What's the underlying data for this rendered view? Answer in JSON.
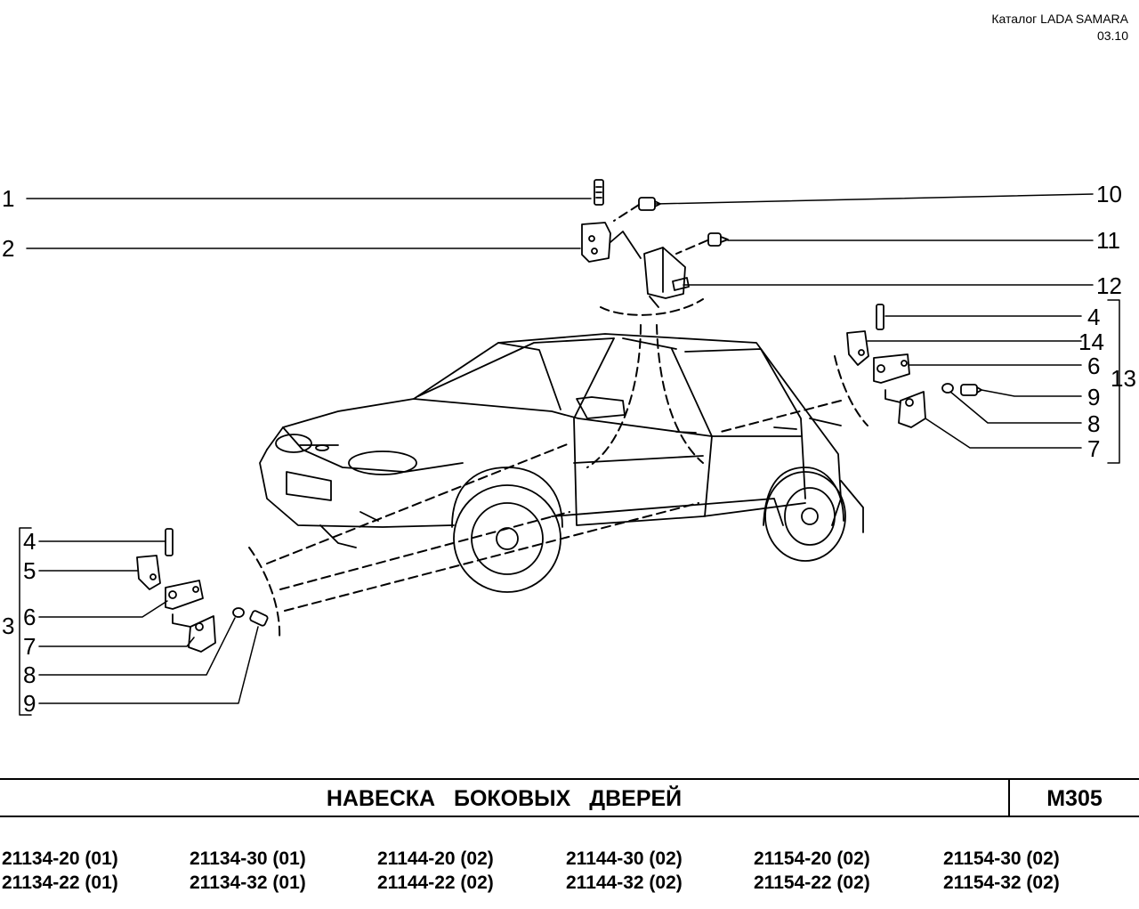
{
  "header": {
    "catalog_label": "Каталог  LADA SAMARA",
    "date": "03.10"
  },
  "callouts": {
    "c1": "1",
    "c2": "2",
    "c10": "10",
    "c11": "11",
    "c12": "12",
    "r4": "4",
    "r14": "14",
    "r6": "6",
    "r9": "9",
    "r8": "8",
    "r7": "7",
    "r13": "13",
    "l4": "4",
    "l5": "5",
    "l3": "3",
    "l6": "6",
    "l7": "7",
    "l8": "8",
    "l9": "9"
  },
  "title": {
    "text": "НАВЕСКА   БОКОВЫХ   ДВЕРЕЙ",
    "code": "M305"
  },
  "models": {
    "row1": [
      "21134-20 (01)",
      "21134-30 (01)",
      "21144-20 (02)",
      "21144-30 (02)",
      "21154-20 (02)",
      "21154-30 (02)"
    ],
    "row2": [
      "21134-22 (01)",
      "21134-32 (01)",
      "21144-22 (02)",
      "21144-32 (02)",
      "21154-22 (02)",
      "21154-32 (02)"
    ]
  }
}
